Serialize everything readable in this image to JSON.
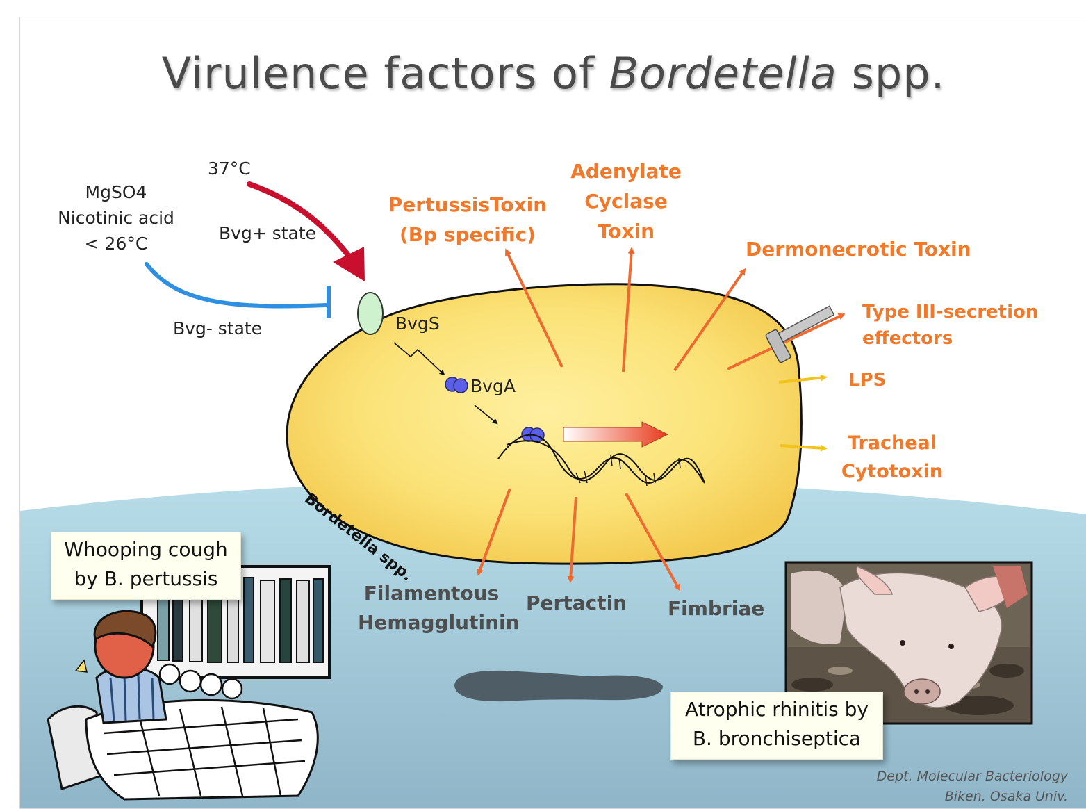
{
  "title": {
    "prefix": "Virulence factors of ",
    "italic": "Bordetella",
    "suffix": " spp."
  },
  "signals": {
    "temp_hot": "37°C",
    "bvg_plus": "Bvg+ state",
    "bvg_minus": "Bvg- state",
    "inhibitors": [
      "MgSO4",
      "Nicotinic acid",
      "< 26°C"
    ]
  },
  "cell": {
    "label": "Bordetella spp.",
    "sensor": "BvgS",
    "regulator": "BvgA"
  },
  "secreted_factors": {
    "pertussis_toxin": [
      "PertussisToxin",
      "(Bp specific)"
    ],
    "adenylate_cyclase": [
      "Adenylate",
      "Cyclase",
      "Toxin"
    ],
    "dermonecrotic": "Dermonecrotic Toxin",
    "type3": [
      "Type III-secretion",
      "effectors"
    ],
    "lps": "LPS",
    "tracheal": [
      "Tracheal",
      "Cytotoxin"
    ]
  },
  "surface_factors": {
    "fha": [
      "Filamentous",
      "Hemagglutinin"
    ],
    "pertactin": "Pertactin",
    "fimbriae": "Fimbriae"
  },
  "diseases": {
    "human": [
      "Whooping cough",
      "by B. pertussis"
    ],
    "pig": [
      "Atrophic rhinitis by",
      "B. bronchiseptica"
    ]
  },
  "credit": [
    "Dept. Molecular Bacteriology",
    "Biken, Osaka Univ."
  ],
  "colors": {
    "orange": "#ef7a2b",
    "yellow_arrow": "#f2c31c",
    "red_arrow": "#c8102e",
    "blue_arrow": "#2f8fe0",
    "cell": "#f8e070",
    "ground": "#a9d5e3"
  }
}
